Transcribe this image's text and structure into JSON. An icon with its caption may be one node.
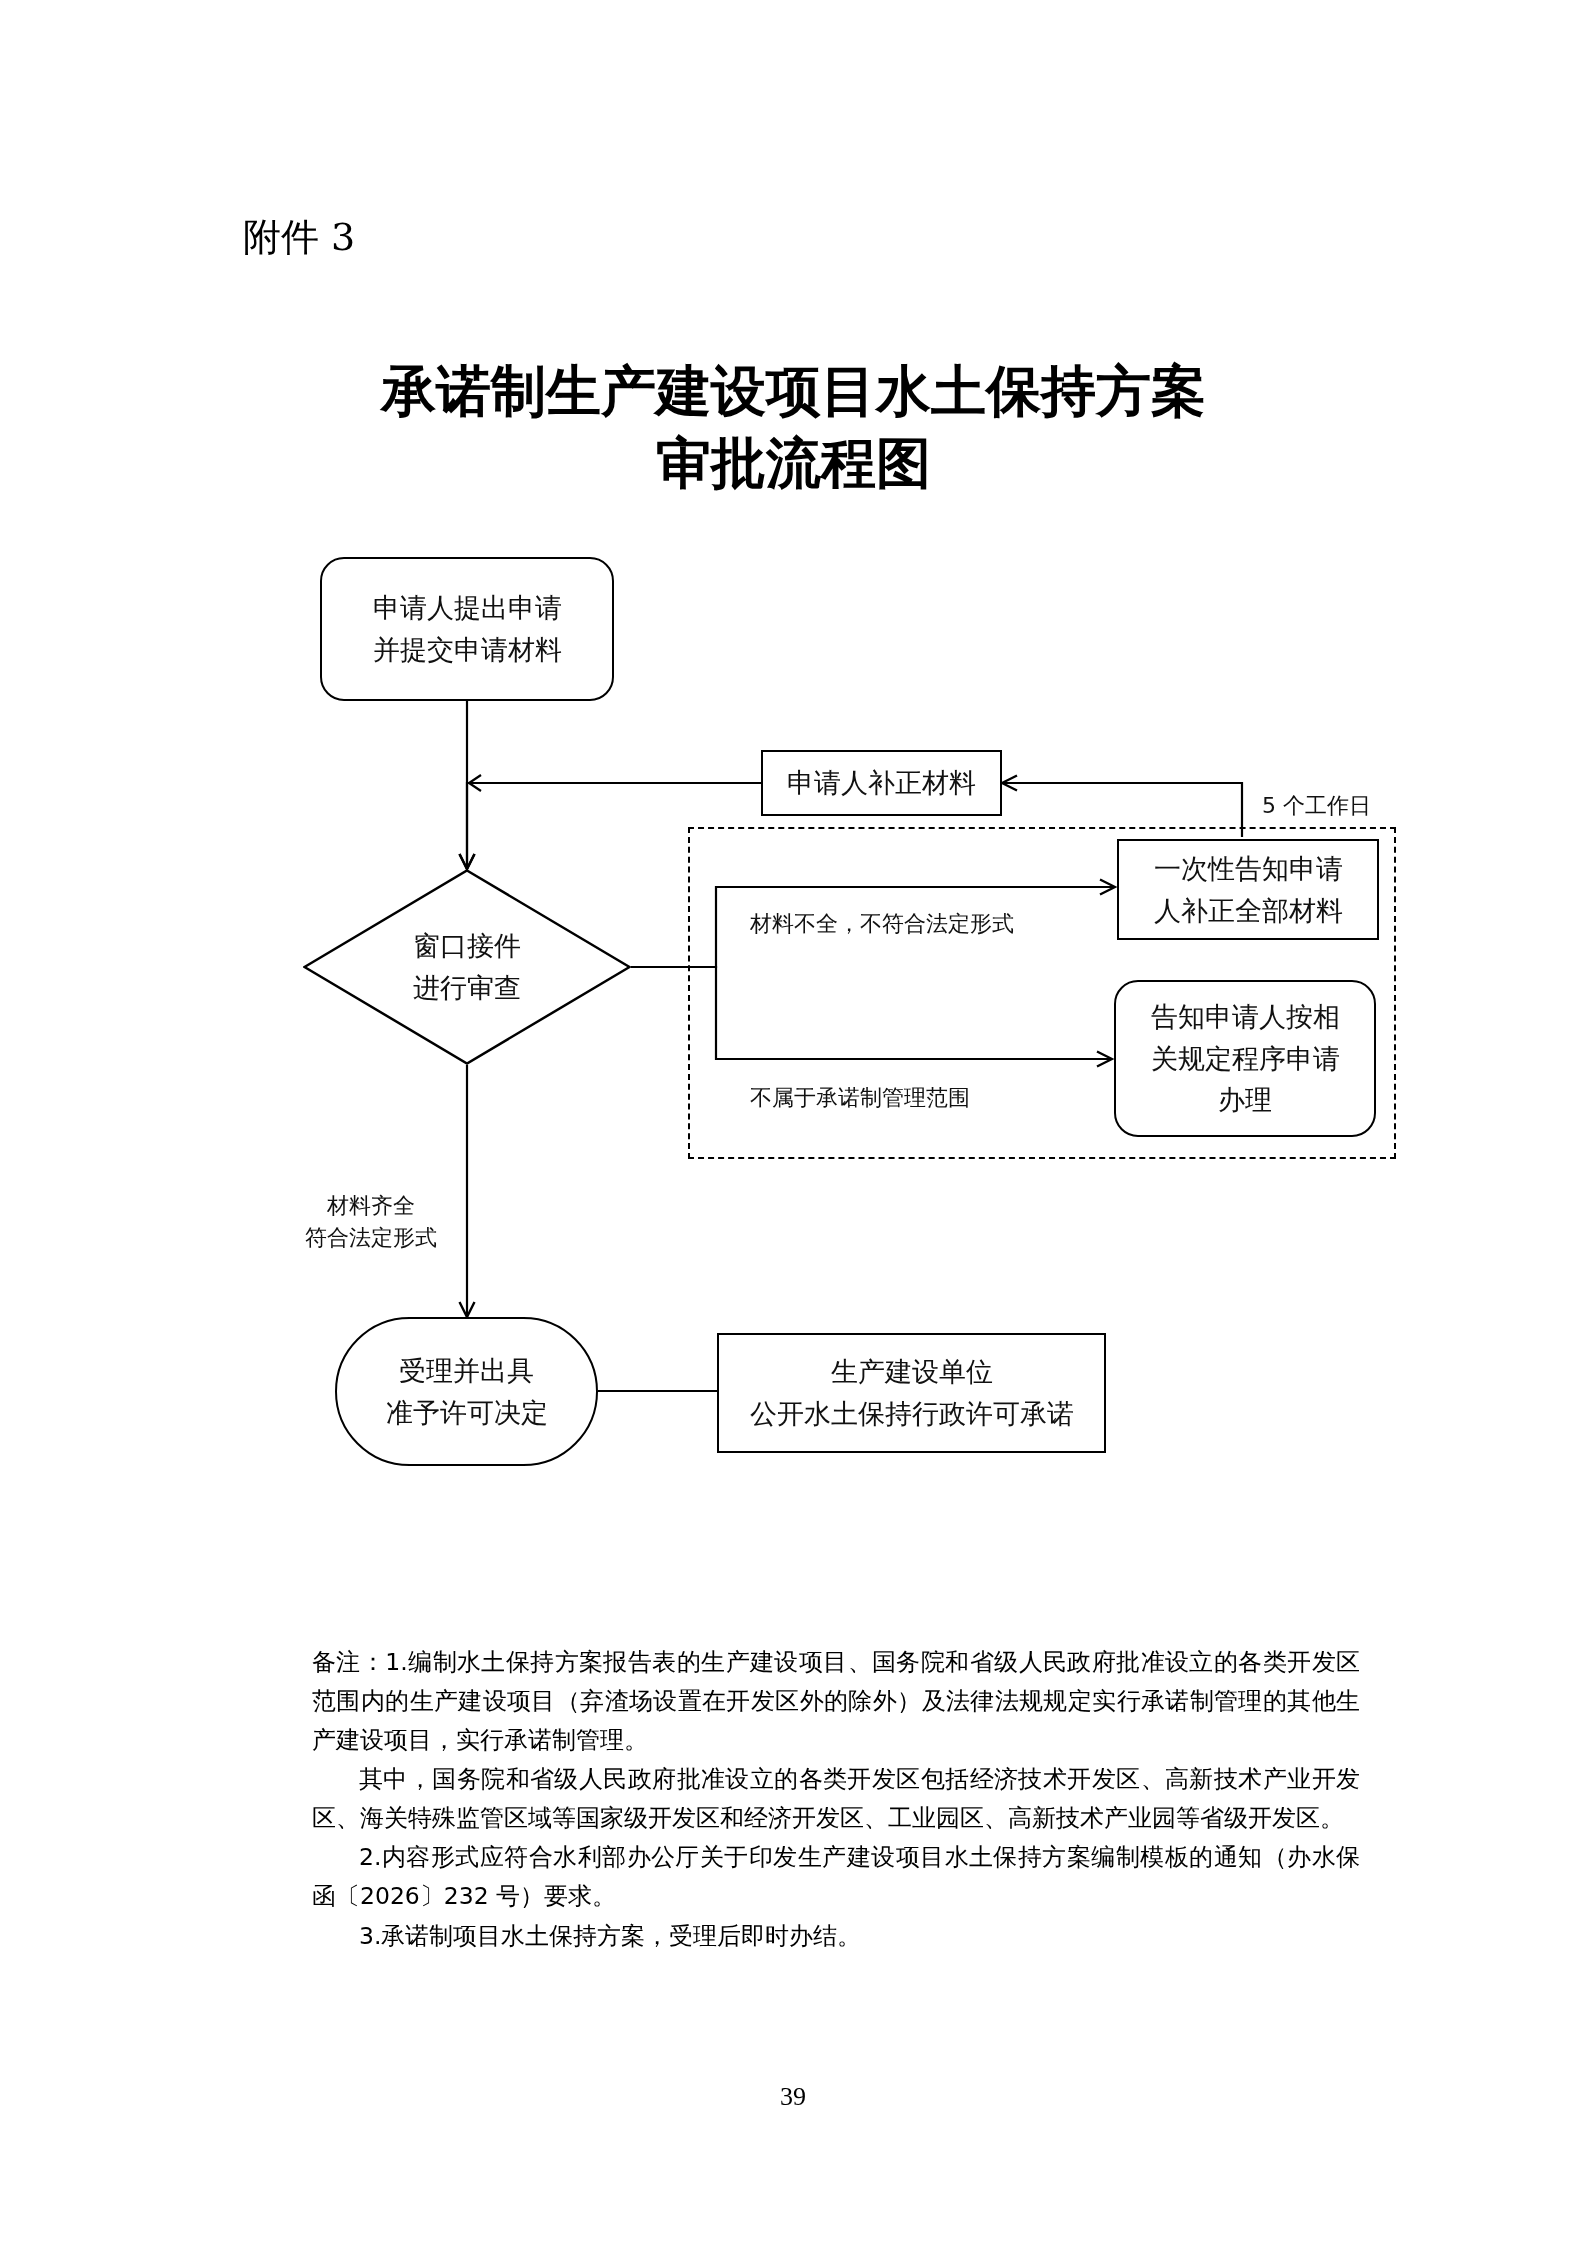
{
  "diagram": {
    "title": "承诺制生产建设项目水土保持方案审批流程图",
    "nodes": [
      {
        "text": [
          "申请人提出申请并提交申请材料"
        ]
      },
      {
        "text": [
          "申请人补正材料"
        ]
      },
      {
        "text": [
          "窗口接件进行审查"
        ]
      },
      {
        "text": [],
        "shape": "box"
      },
      {
        "text": [
          "一次性告知申请人补正全部材料"
        ],
        "in": 3
      },
      {
        "text": [
          "告知申请人按相关规定程序申请办理"
        ],
        "in": 3
      },
      {
        "text": [
          "受理并出具准予许可决定"
        ]
      },
      {
        "text": [
          "生产建设单位公开水土保持行政许可承诺"
        ]
      }
    ],
    "edges": [
      {
        "from": 0,
        "to": 2,
        "arrow": "to"
      },
      {
        "from": 1,
        "to": 2,
        "arrow": "to"
      },
      {
        "from": 4,
        "to": 1,
        "arrow": "to",
        "label": "5 个工作日"
      },
      {
        "from": 2,
        "to": 4,
        "arrow": "to",
        "label": "材料不全，不符合法定形式"
      },
      {
        "from": 2,
        "to": 5,
        "arrow": "to",
        "label": "不属于承诺制管理范围"
      },
      {
        "from": 2,
        "to": 6,
        "arrow": "to",
        "label": "材料齐全符合法定形式"
      },
      {
        "from": 6,
        "to": 7,
        "arrow": "none"
      }
    ],
    "labels": [
      "附件 3",
      "备注：1.编制水土保持方案报告表的生产建设项目、国务院和省级人民政府批准设立的各类开发区范围内的生产建设项目（弃渣场设置在开发区外的除外）及法律法规规定实行承诺制管理的其他生产建设项目，实行承诺制管理。",
      "其中，国务院和省级人民政府批准设立的各类开发区包括经济技术开发区、高新技术产业开发区、海关特殊监管区域等国家级开发区和经济开发区、工业园区、高新技术产业园等省级开发区。",
      "2.内容形式应符合水利部办公厅关于印发生产建设项目水土保持方案编制模板的通知（办水保函〔2026〕232 号）要求。",
      "3.承诺制项目水土保持方案，受理后即时办结。",
      "39"
    ]
  }
}
